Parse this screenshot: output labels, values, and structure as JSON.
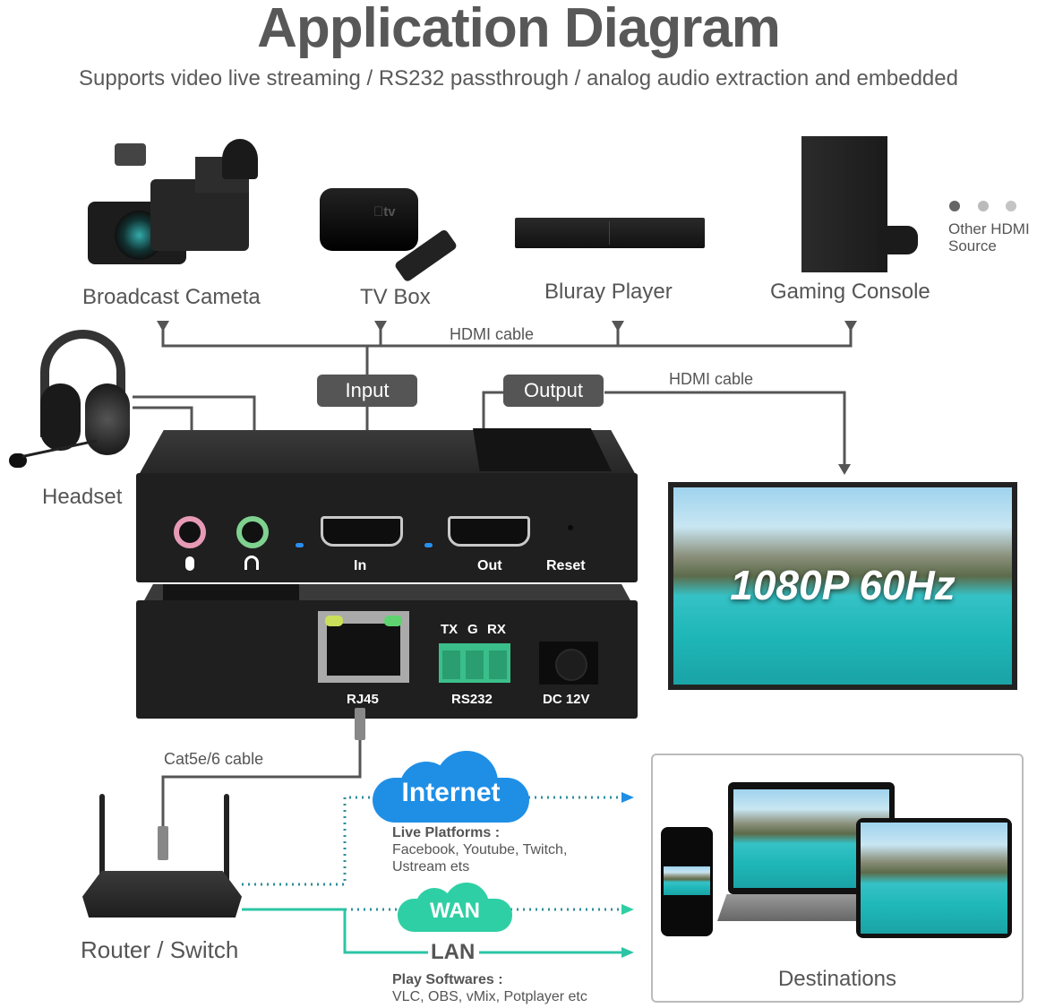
{
  "header": {
    "title": "Application Diagram",
    "subtitle": "Supports video live streaming / RS232 passthrough / analog audio extraction and embedded"
  },
  "sources": [
    {
      "label": "Broadcast Cameta",
      "icon": "video-camera-icon"
    },
    {
      "label": "TV Box",
      "icon": "tv-box-icon"
    },
    {
      "label": "Bluray Player",
      "icon": "bluray-player-icon"
    },
    {
      "label": "Gaming Console",
      "icon": "game-console-icon"
    }
  ],
  "other_source": {
    "label_line1": "Other HDMI",
    "label_line2": "Source",
    "dots": [
      "#666666",
      "#bbbbbb",
      "#c4c4c4"
    ]
  },
  "cables": {
    "hdmi_in": "HDMI cable",
    "hdmi_out": "HDMI cable",
    "network": "Cat5e/6 cable"
  },
  "pills": {
    "input": "Input",
    "output": "Output"
  },
  "headset": {
    "label": "Headset"
  },
  "device_front": {
    "mic_color": "#e79ab5",
    "headphone_color": "#7fd18f",
    "led_color": "#2a8ff0",
    "port_in": "In",
    "port_out": "Out",
    "reset": "Reset"
  },
  "device_back": {
    "rj45": "RJ45",
    "rs232_pins": [
      "TX",
      "G",
      "RX"
    ],
    "rs232": "RS232",
    "dc": "DC 12V",
    "terminal_color": "#3bbf8a"
  },
  "monitor": {
    "overlay": "1080P 60Hz"
  },
  "router": {
    "label": "Router / Switch"
  },
  "network": {
    "internet": "Internet",
    "internet_color": "#1f8fe6",
    "live_title": "Live Platforms :",
    "live_line1": "Facebook, Youtube, Twitch,",
    "live_line2": "Ustream ets",
    "wan": "WAN",
    "wan_color": "#2fcfa5",
    "lan": "LAN",
    "lan_color": "#2dc4a6",
    "play_title": "Play Softwares :",
    "play_list": "VLC, OBS, vMix, Potplayer etc"
  },
  "destinations": {
    "label": "Destinations"
  }
}
